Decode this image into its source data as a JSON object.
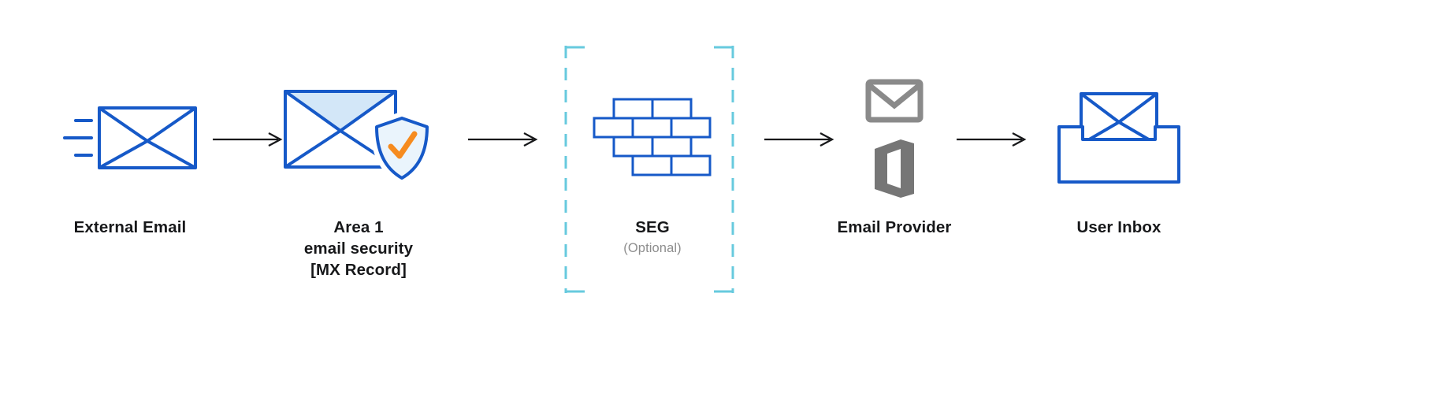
{
  "diagram": {
    "name": "email-flow-diagram",
    "nodes": [
      {
        "id": "external-email",
        "icon": "speed-envelope-icon",
        "lines": [
          "External Email"
        ]
      },
      {
        "id": "area1-email-security",
        "icon": "envelope-shield-check-icon",
        "lines": [
          "Area 1",
          "email security",
          "[MX Record]"
        ]
      },
      {
        "id": "seg",
        "icon": "firewall-brick-wall-icon",
        "lines": [
          "SEG"
        ],
        "sublabel": "(Optional)",
        "optional": true
      },
      {
        "id": "email-provider",
        "icon": "gmail-icon, office-icon",
        "lines": [
          "Email Provider"
        ]
      },
      {
        "id": "user-inbox",
        "icon": "inbox-tray-envelope-icon",
        "lines": [
          "User Inbox"
        ]
      }
    ],
    "arrow_count": 4,
    "colors": {
      "primary_blue": "#1659c8",
      "light_blue_fill": "#d3e7f8",
      "shield_fill": "#eaf4fc",
      "check_orange": "#f68b1f",
      "dashed_cyan": "#67cade",
      "icon_gray": "#8a8a8a",
      "office_gray": "#767676",
      "arrow_black": "#17181a",
      "text_dark": "#17181a",
      "muted_gray": "#8d8d8d",
      "background": "#ffffff"
    }
  }
}
